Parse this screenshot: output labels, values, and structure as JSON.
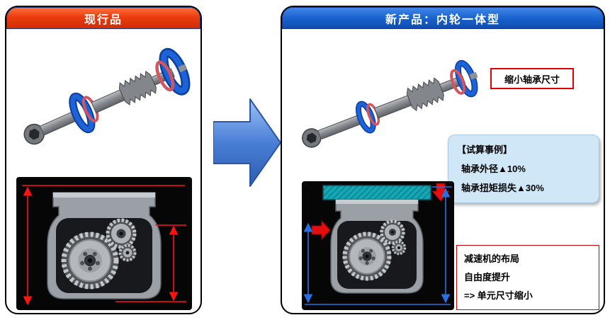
{
  "panels": {
    "current": {
      "header": "现行品"
    },
    "new": {
      "header": "新产品：内轮一体型",
      "bearing_label": "缩小轴承尺寸",
      "calc_box": {
        "title": "【试算事例】",
        "lines": [
          "轴承外径▲10%",
          "轴承扭矩损失▲30%"
        ]
      },
      "note_box": {
        "lines": [
          "减速机的布局",
          "自由度提升",
          "=> 单元尺寸缩小"
        ]
      }
    }
  },
  "colors": {
    "current_header_bg": "#ea3c10",
    "new_header_bg": "#1a63cf",
    "transition_arrow": "#4a7fd6",
    "callout_bg": "#cfe7f7",
    "dimension_red": "#ff0000",
    "dimension_blue": "#2a6fe0",
    "integrated_ring_teal": "#12a7b4",
    "bearing_blue": "#1e62d8",
    "seal_red": "#d35560"
  }
}
